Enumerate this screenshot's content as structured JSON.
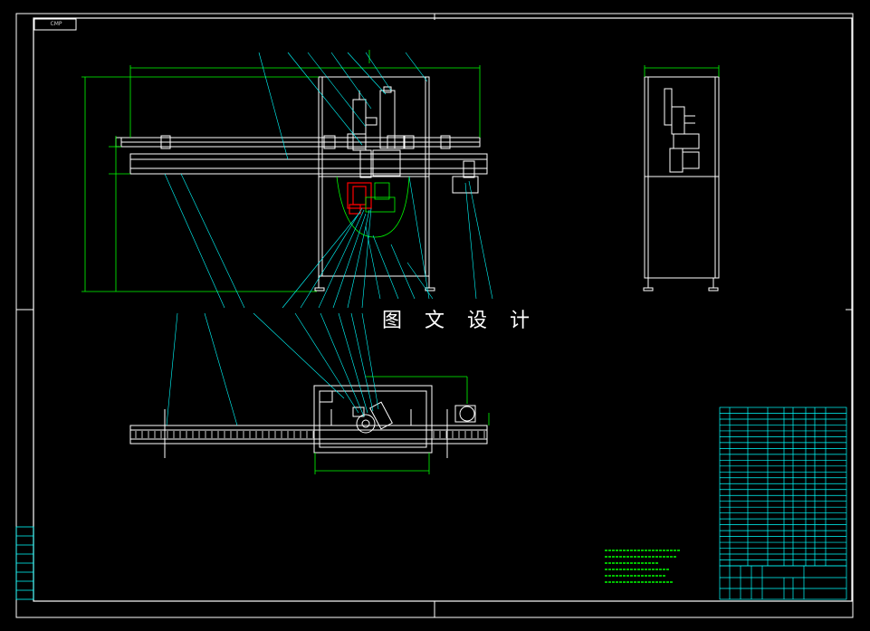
{
  "watermark": "图 文 设 计",
  "corner_tag": "CMP",
  "colors": {
    "background": "#000000",
    "frame": "#ffffff",
    "outline": "#ffffff",
    "leader": "#00ffff",
    "dimension": "#00ff00",
    "highlight": "#ff0000",
    "table": "#00ffff",
    "notes": "#00ff00"
  },
  "views": [
    "front-elevation",
    "side-elevation",
    "plan-view"
  ],
  "parts_list": {
    "row_count": 27
  },
  "tech_notes": {
    "line_count": 6
  }
}
